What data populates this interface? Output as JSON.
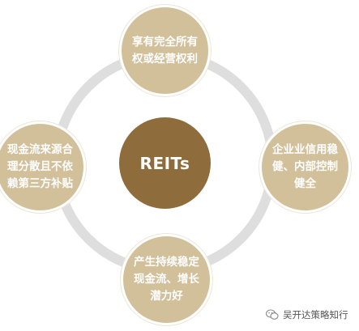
{
  "diagram": {
    "center_label": "REITs",
    "nodes": {
      "top": "享有完全所有权或经营权利",
      "right": "企业业信用稳健、内部控制健全",
      "bottom": "产生持续稳定现金流、增长潜力好",
      "left": "现金流来源合理分散且不依赖第三方补贴"
    }
  },
  "watermark": {
    "icon": "wechat-icon",
    "text": "吴开达策略知行"
  },
  "colors": {
    "ring": "#dedede",
    "outer_node": "#d2c09b",
    "center_node": "#8e6c3c",
    "text": "#ffffff"
  }
}
